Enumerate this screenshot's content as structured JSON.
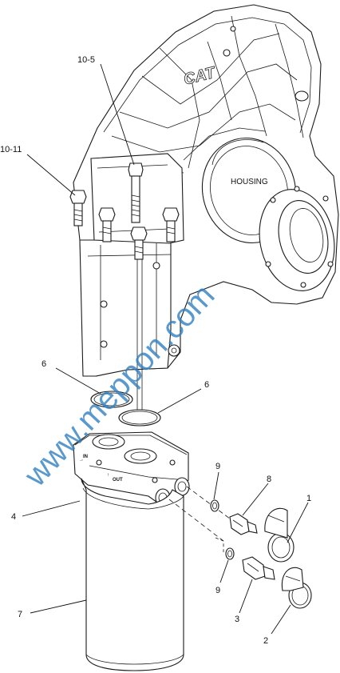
{
  "diagram": {
    "housing_label": "HOUSING",
    "brand_logo": "CAT",
    "filter_base_marks": {
      "inlet": "IN",
      "outlet": "OUT"
    },
    "callouts": [
      {
        "id": "c-10-5",
        "text": "10-5"
      },
      {
        "id": "c-10-11",
        "text": "10-11"
      },
      {
        "id": "c-6a",
        "text": "6"
      },
      {
        "id": "c-6b",
        "text": "6"
      },
      {
        "id": "c-9a",
        "text": "9"
      },
      {
        "id": "c-8",
        "text": "8"
      },
      {
        "id": "c-1",
        "text": "1"
      },
      {
        "id": "c-4",
        "text": "4"
      },
      {
        "id": "c-9b",
        "text": "9"
      },
      {
        "id": "c-3",
        "text": "3"
      },
      {
        "id": "c-7",
        "text": "7"
      },
      {
        "id": "c-2",
        "text": "2"
      }
    ],
    "watermark": "www.meppon.com"
  }
}
